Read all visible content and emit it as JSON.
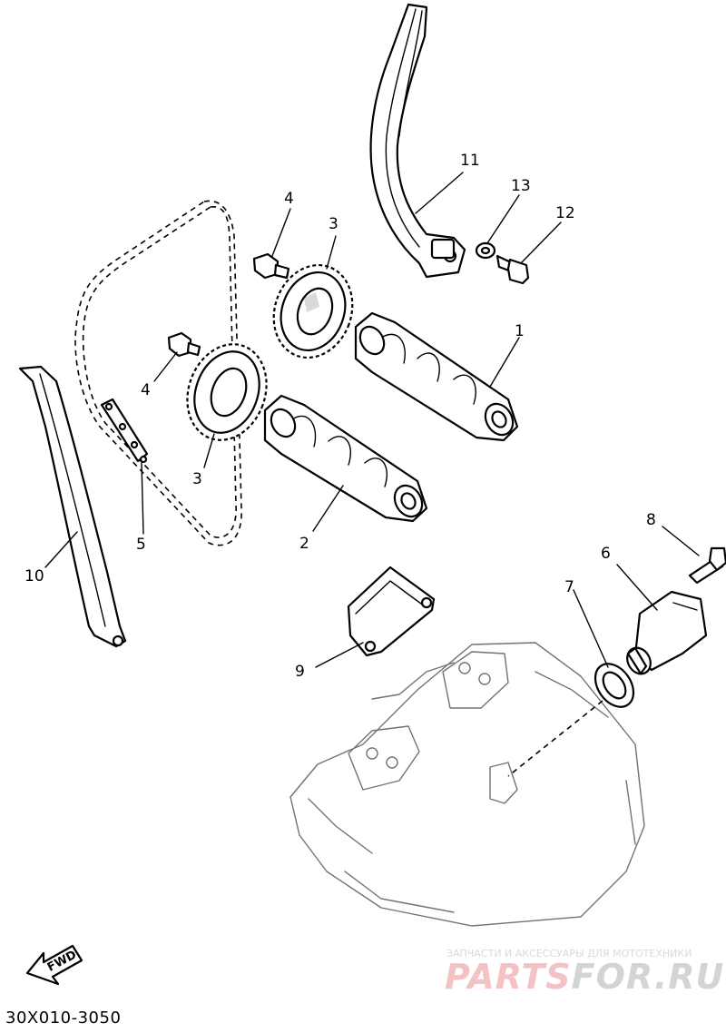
{
  "diagram": {
    "part_labels": {
      "p1": "1",
      "p2": "2",
      "p3a": "3",
      "p3b": "3",
      "p4a": "4",
      "p4b": "4",
      "p5": "5",
      "p6": "6",
      "p7": "7",
      "p8": "8",
      "p9": "9",
      "p10": "10",
      "p11": "11",
      "p12": "12",
      "p13": "13"
    },
    "fwd_label": "FWD",
    "diagram_code": "30X010-3050"
  },
  "watermark": {
    "caption": "ЗАПЧАСТИ И АКСЕССУАРЫ ДЛЯ МОТОТЕХНИКИ",
    "logo_main": "PARTS",
    "logo_rest": "FOR.RU"
  }
}
